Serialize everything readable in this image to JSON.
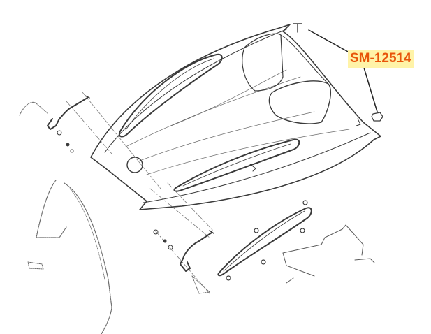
{
  "diagram": {
    "type": "exploded-parts-diagram",
    "subject": "front hood / cowl assembly line drawing",
    "callouts": [
      {
        "part_number": "SM-12514",
        "text_color": "#e8540a",
        "highlight_color": "#fff3a8",
        "leader_targets": [
          "t-pin-fastener",
          "hex-nut-fastener"
        ]
      }
    ],
    "parts": [
      "hood-cowl",
      "left-vent-slot",
      "right-vent-slot",
      "round-hole",
      "upper-right-recess",
      "left-hinge-bracket",
      "right-hinge-bracket",
      "left-side-fairing",
      "vent-grille-insert",
      "right-frame-fragment",
      "t-pin-fastener",
      "hex-nut-fastener"
    ],
    "line_color": "#3a3a3a"
  }
}
